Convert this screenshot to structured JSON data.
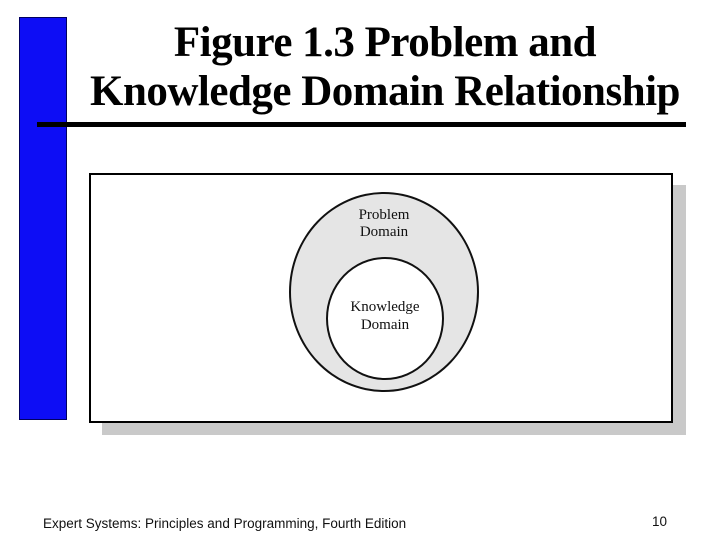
{
  "slide": {
    "title": {
      "line1": "Figure 1.3 Problem and",
      "line2": "Knowledge Domain Relationship"
    },
    "diagram": {
      "outer_label": "Problem\nDomain",
      "inner_label": "Knowledge\nDomain"
    },
    "footer": {
      "text": "Expert Systems: Principles and Programming, Fourth Edition",
      "page_number": "10"
    },
    "colors": {
      "accent_bar": "#0d0df5",
      "outer_ellipse_fill": "#e5e5e5",
      "shadow": "#c9c9c9"
    }
  }
}
